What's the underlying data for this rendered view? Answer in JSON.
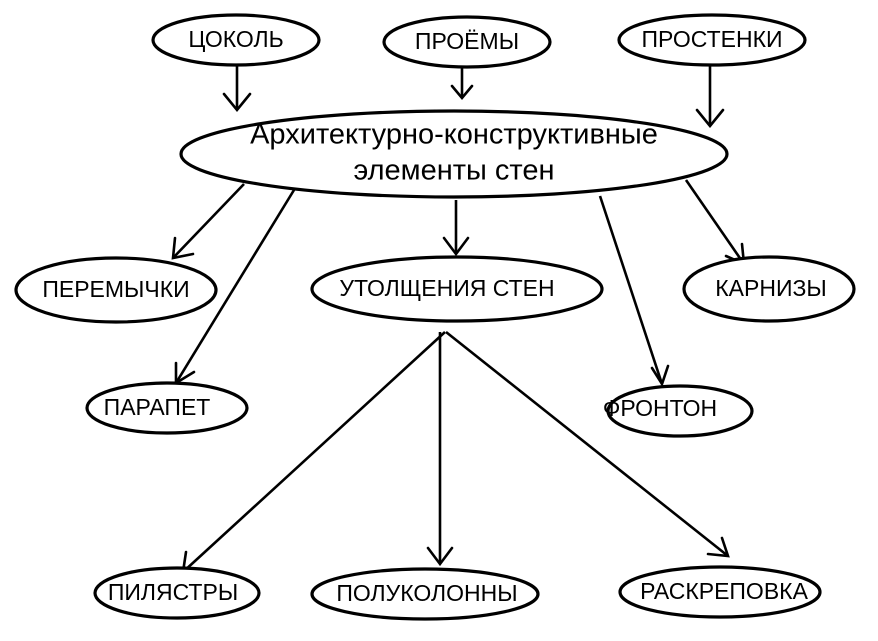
{
  "center": {
    "line1": "Архитектурно-конструктивные",
    "line2": "элементы стен"
  },
  "nodes": {
    "tsokol": "ЦОКОЛЬ",
    "proemy": "ПРОЁМЫ",
    "prostenki": "ПРОСТЕНКИ",
    "peremychki": "ПЕРЕМЫЧКИ",
    "utolshcheniya": "УТОЛЩЕНИЯ СТЕН",
    "karnizy": "КАРНИЗЫ",
    "parapet": "ПАРАПЕТ",
    "fronton": "ФРОНТОН",
    "pilyastry": "ПИЛЯСТРЫ",
    "polukolonny": "ПОЛУКОЛОННЫ",
    "raskrepovka": "РАСКРЕПОВКА"
  },
  "colors": {
    "stroke": "#000000",
    "fill": "#ffffff"
  }
}
